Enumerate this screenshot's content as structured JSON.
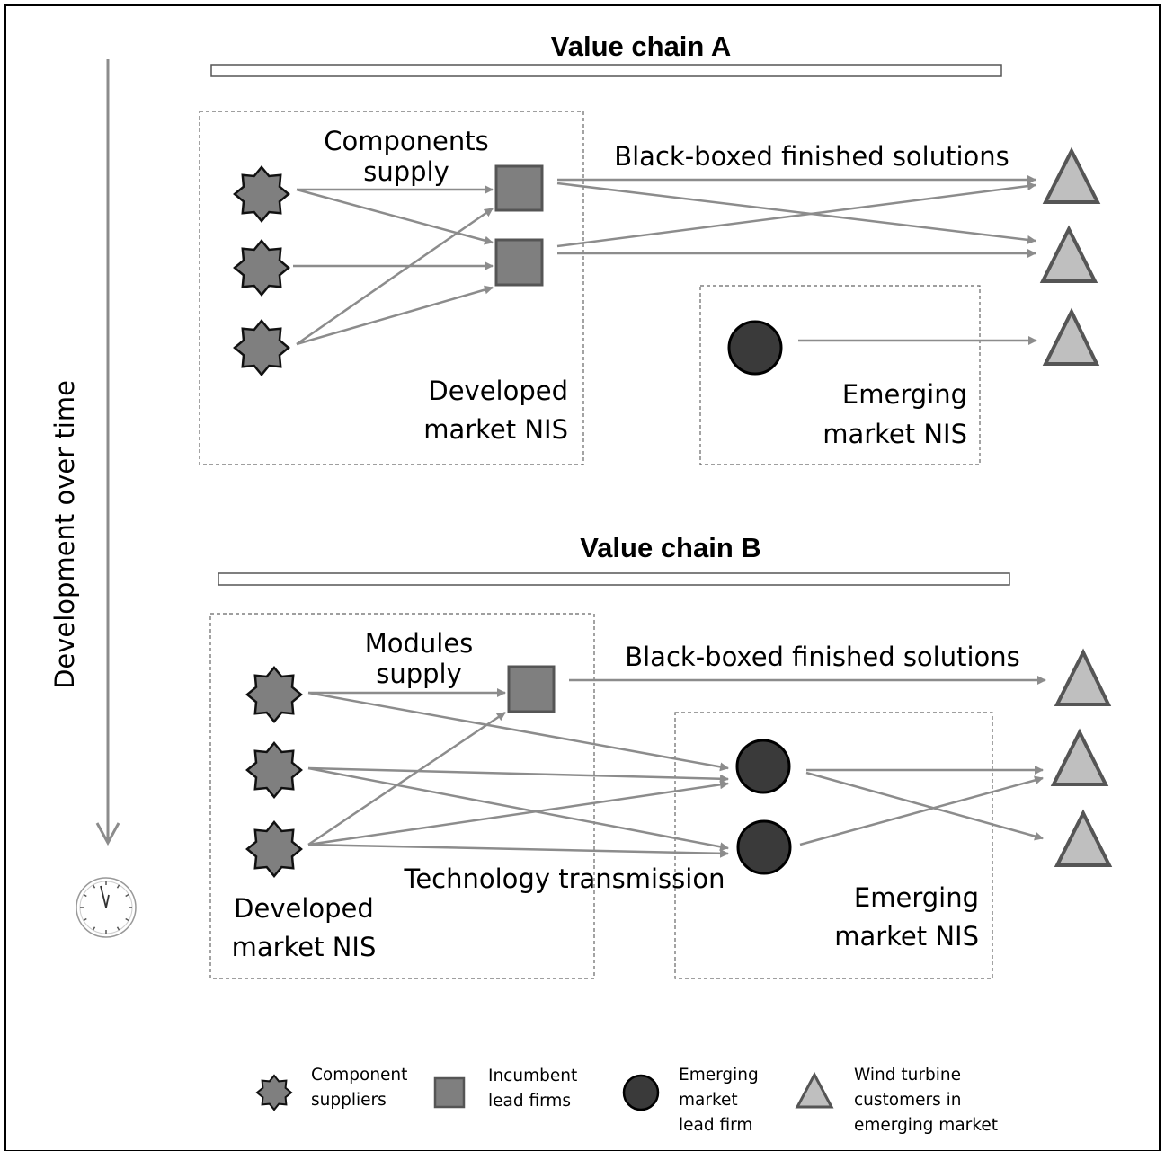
{
  "time_axis": {
    "label": "Development over time",
    "icon": "clock-icon"
  },
  "chain_a": {
    "title": "Value chain A",
    "flow_label_1": "Components",
    "flow_label_2": "supply",
    "output_label": "Black-boxed finished solutions",
    "developed_box": {
      "line1": "Developed",
      "line2": "market NIS"
    },
    "emerging_box": {
      "line1": "Emerging",
      "line2": "market NIS"
    }
  },
  "chain_b": {
    "title": "Value chain B",
    "flow_label_1": "Modules",
    "flow_label_2": "supply",
    "output_label": "Black-boxed finished solutions",
    "transfer_label": "Technology transmission",
    "developed_box": {
      "line1": "Developed",
      "line2": "market NIS"
    },
    "emerging_box": {
      "line1": "Emerging",
      "line2": "market NIS"
    }
  },
  "legend": {
    "component_suppliers": {
      "line1": "Component",
      "line2": "suppliers"
    },
    "incumbent_lead_firms": {
      "line1": "Incumbent",
      "line2": "lead firms"
    },
    "emerging_lead_firm": {
      "line1": "Emerging",
      "line2": "market",
      "line3": "lead firm"
    },
    "wind_customers": {
      "line1": "Wind turbine",
      "line2": "customers in",
      "line3": "emerging market"
    }
  },
  "colors": {
    "supplier_fill": "#7f7f7f",
    "incumbent_fill": "#7f7f7f",
    "emerging_firm_fill": "#3a3a3a",
    "customer_fill": "#bfbfbf",
    "arrow": "#8c8c8c"
  }
}
